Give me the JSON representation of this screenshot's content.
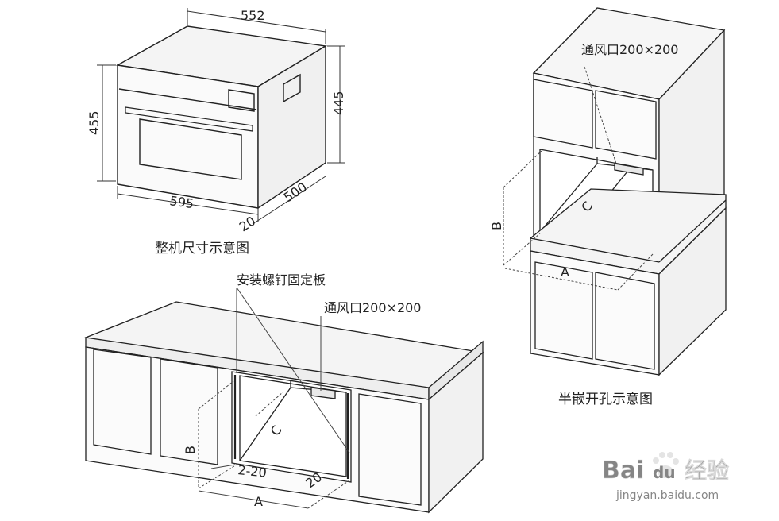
{
  "oven_view": {
    "caption": "整机尺寸示意图",
    "dim_top": "552",
    "dim_left": "455",
    "dim_right": "445",
    "dim_bottom": "595",
    "dim_depth": "500",
    "dim_offset": "20"
  },
  "cabinet_view": {
    "caption": "半嵌开孔示意图",
    "vent_label": "通风口200×200",
    "dim_a": "A",
    "dim_b": "B",
    "dim_c": "C"
  },
  "counter_view": {
    "bracket_label": "安装螺钉固定板",
    "vent_label": "通风口200×200",
    "dim_a": "A",
    "dim_b": "B",
    "dim_c": "C",
    "dim_gap": "2-20",
    "dim_20": "20"
  },
  "watermark": {
    "brand_1": "Bai",
    "brand_2": "du",
    "brand_cn": "经验",
    "url": "jingyan.baidu.com"
  }
}
